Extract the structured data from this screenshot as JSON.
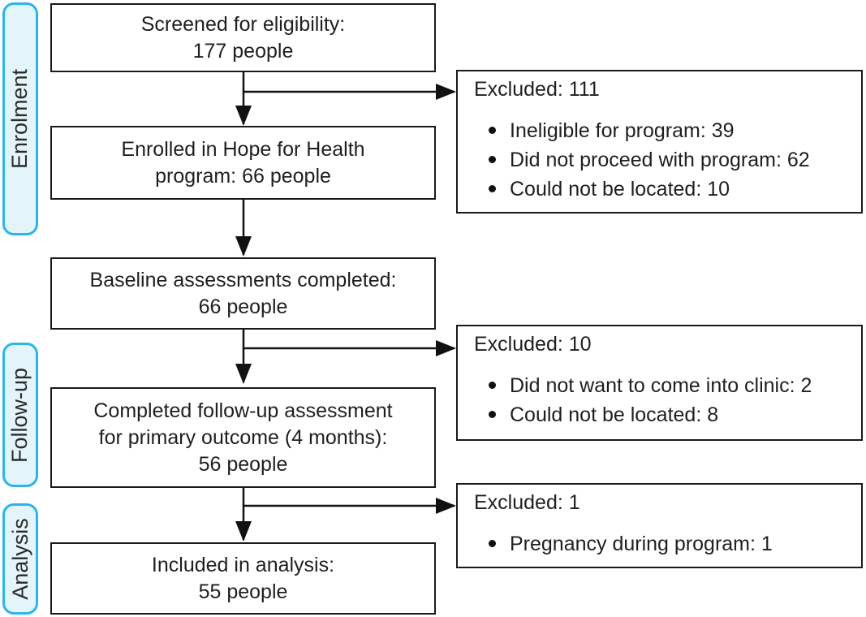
{
  "colors": {
    "stage_border": "#2bb6e8",
    "stage_fill": "#e3f4fb",
    "box_border": "#1a1a1a",
    "text": "#1f1f1f"
  },
  "stages": [
    {
      "label": "Enrolment"
    },
    {
      "label": "Follow-up"
    },
    {
      "label": "Analysis"
    }
  ],
  "flow_boxes": [
    {
      "lines": [
        "Screened for eligibility:",
        "177 people"
      ]
    },
    {
      "lines": [
        "Enrolled in Hope for Health",
        "program: 66 people"
      ]
    },
    {
      "lines": [
        "Baseline assessments completed:",
        "66 people"
      ]
    },
    {
      "lines": [
        "Completed follow-up assessment",
        "for primary outcome (4 months):",
        "56 people"
      ]
    },
    {
      "lines": [
        "Included in analysis:",
        "55 people"
      ]
    }
  ],
  "excluded_boxes": [
    {
      "title": "Excluded: 111",
      "items": [
        "Ineligible for program: 39",
        "Did not proceed with program: 62",
        "Could not be located: 10"
      ]
    },
    {
      "title": "Excluded: 10",
      "items": [
        "Did not want to come into clinic: 2",
        "Could not be located: 8"
      ]
    },
    {
      "title": "Excluded: 1",
      "items": [
        "Pregnancy during program: 1"
      ]
    }
  ]
}
